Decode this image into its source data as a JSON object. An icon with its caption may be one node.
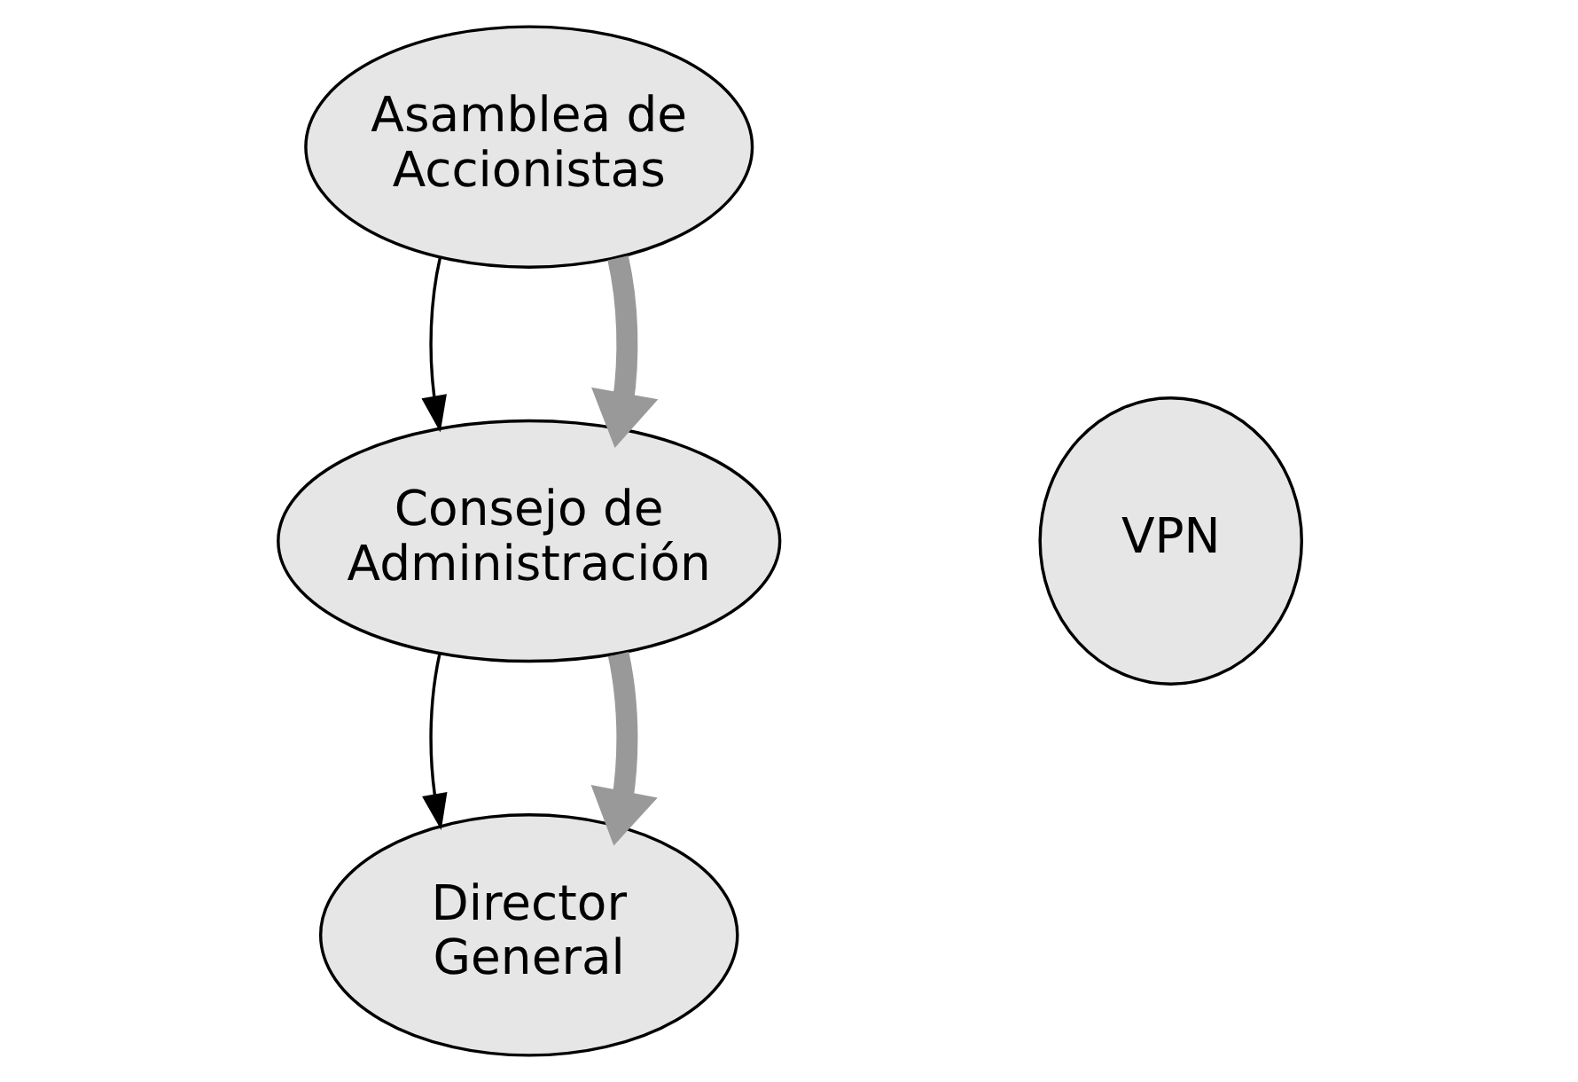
{
  "diagram": {
    "nodes": [
      {
        "text": [
          "Asamblea de Accionistas"
        ]
      },
      {
        "text": [
          "Consejo de Administración"
        ]
      },
      {
        "text": [
          "Director General"
        ]
      },
      {
        "text": [
          "VPN"
        ]
      }
    ],
    "edges": [
      {
        "from": 0,
        "to": 1,
        "arrow": "to"
      },
      {
        "from": 1,
        "to": 2,
        "arrow": "to"
      },
      {
        "from": 0,
        "to": 1,
        "arrow": "to",
        "style": "thick",
        "color": "#999999"
      },
      {
        "from": 1,
        "to": 2,
        "arrow": "to",
        "style": "thick",
        "color": "#999999"
      }
    ]
  }
}
